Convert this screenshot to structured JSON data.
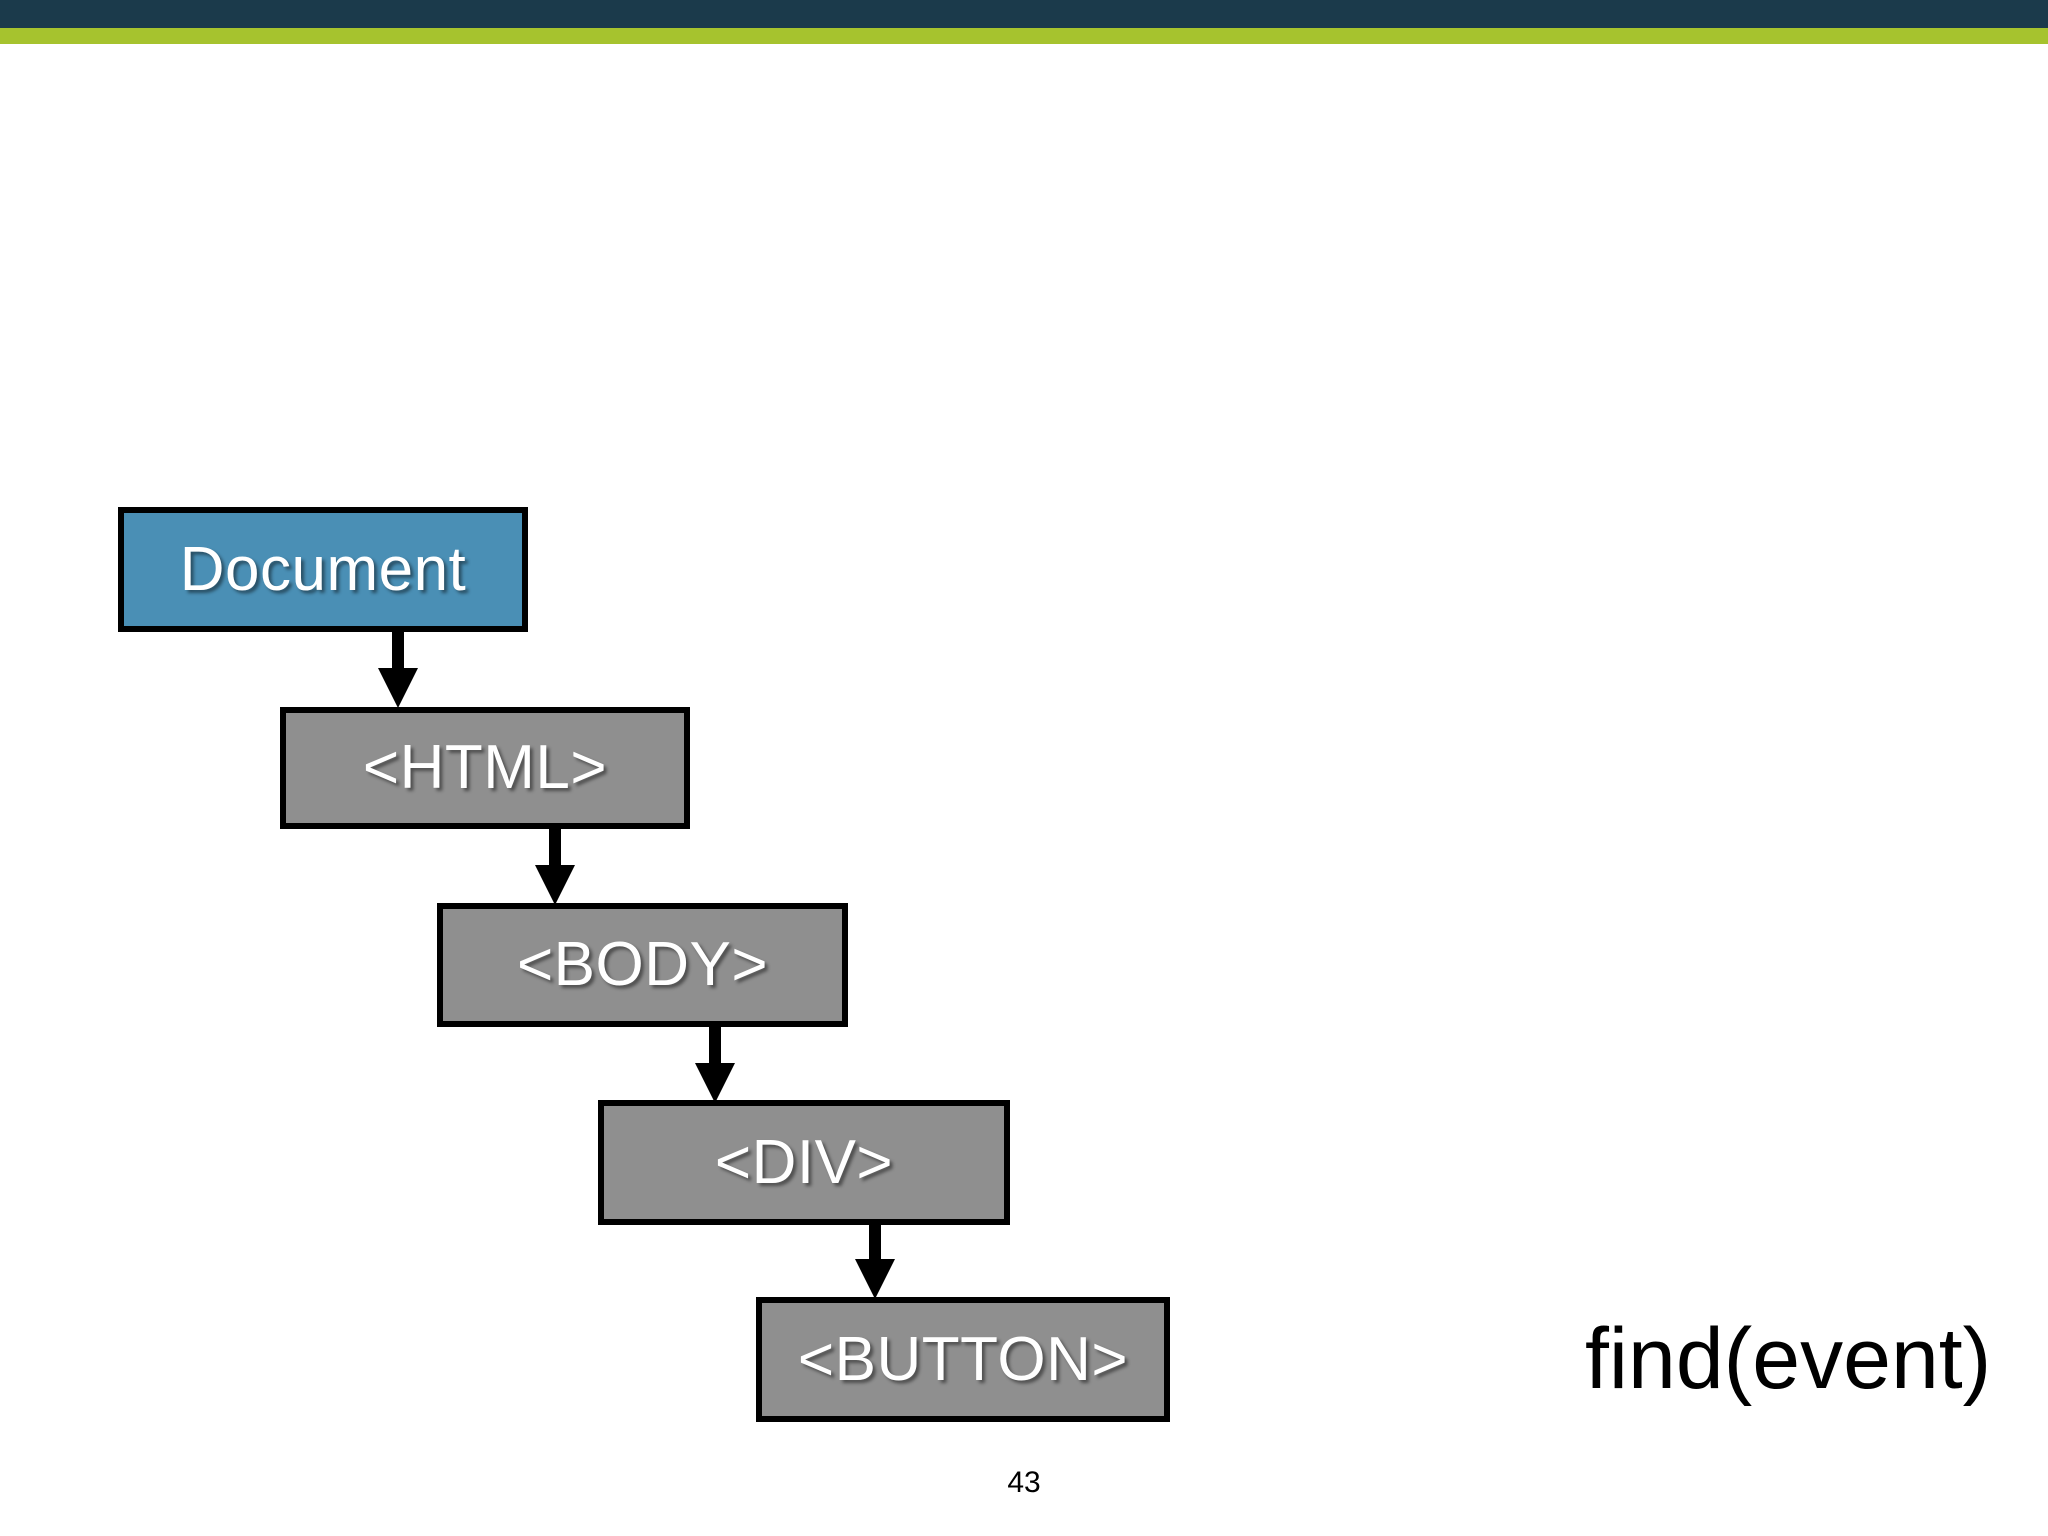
{
  "slide": {
    "number": "43",
    "accent_bar_dark": "#1b3a4b",
    "accent_bar_green": "#a6c32e",
    "background": "#ffffff"
  },
  "diagram": {
    "type": "flow-tree",
    "node_fill_default": "#8f8f8f",
    "node_fill_root": "#4a8fb5",
    "node_border": "#000000",
    "node_text_color": "#ffffff",
    "nodes": [
      {
        "label": "Document",
        "role": "root",
        "fill": "#4a8fb5"
      },
      {
        "label": "<HTML>",
        "role": "child",
        "fill": "#8f8f8f"
      },
      {
        "label": "<BODY>",
        "role": "child",
        "fill": "#8f8f8f"
      },
      {
        "label": "<DIV>",
        "role": "child",
        "fill": "#8f8f8f"
      },
      {
        "label": "<BUTTON>",
        "role": "leaf",
        "fill": "#8f8f8f"
      }
    ],
    "edges": [
      {
        "from": "Document",
        "to": "<HTML>",
        "style": "arrow-down"
      },
      {
        "from": "<HTML>",
        "to": "<BODY>",
        "style": "arrow-down"
      },
      {
        "from": "<BODY>",
        "to": "<DIV>",
        "style": "arrow-down"
      },
      {
        "from": "<DIV>",
        "to": "<BUTTON>",
        "style": "arrow-down"
      }
    ]
  },
  "caption": {
    "find_event": "find(event)"
  }
}
